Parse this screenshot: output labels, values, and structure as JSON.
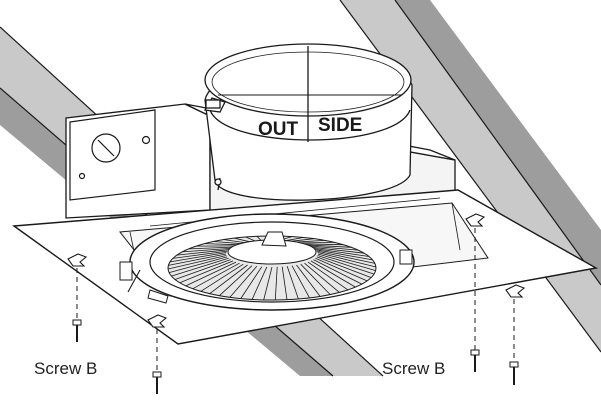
{
  "labels": {
    "screw_left": "Screw B",
    "screw_right": "Screw B"
  },
  "collar_text": {
    "out": "OUT",
    "side": "SIDE"
  },
  "colors": {
    "joist": "#c9c9c9",
    "joist_dark": "#9d9d9d",
    "line": "#1a1a1a",
    "paper": "#ffffff"
  }
}
